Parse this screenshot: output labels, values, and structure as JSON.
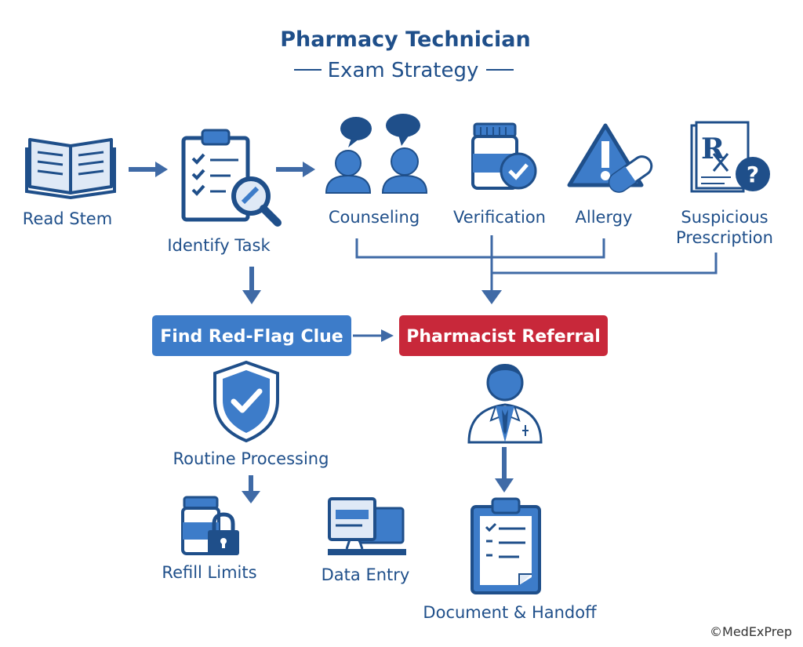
{
  "title": "Pharmacy Technician",
  "subtitle": "Exam Strategy",
  "nodes": {
    "read_stem": "Read Stem",
    "identify_task": "Identify Task",
    "counseling": "Counseling",
    "verification": "Verification",
    "allergy": "Allergy",
    "suspicious_line1": "Suspicious",
    "suspicious_line2": "Prescription",
    "find_red_flag": "Find Red-Flag Clue",
    "pharmacist_referral": "Pharmacist Referral",
    "routine_processing": "Routine Processing",
    "refill_limits": "Refill Limits",
    "data_entry": "Data Entry",
    "document_handoff": "Document & Handoff"
  },
  "copyright": "©MedExPrep",
  "icons": {
    "read_stem": "open-book-icon",
    "identify_task": "clipboard-magnifier-icon",
    "counseling": "people-speech-icon",
    "verification": "pill-bottle-check-icon",
    "allergy": "warning-pill-icon",
    "suspicious": "rx-question-icon",
    "routine": "shield-check-icon",
    "pharmacist": "pharmacist-icon",
    "refill": "bottle-lock-icon",
    "data_entry": "computer-icon",
    "document": "clipboard-list-icon"
  },
  "colors": {
    "primary": "#1f4f8a",
    "accent_blue": "#3d7cc9",
    "referral_red": "#c8283a"
  }
}
